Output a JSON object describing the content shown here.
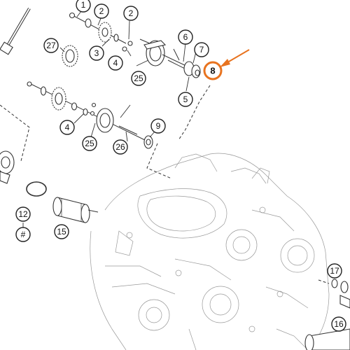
{
  "diagram": {
    "callouts": {
      "c1": "1",
      "c2a": "2",
      "c2b": "2",
      "c3": "3",
      "c4a": "4",
      "c4b": "4",
      "c5": "5",
      "c6": "6",
      "c7": "7",
      "c8": "8",
      "c9": "9",
      "c12": "12",
      "chash": "#",
      "c15": "15",
      "c16": "16",
      "c17": "17",
      "c25a": "25",
      "c25b": "25",
      "c26": "26",
      "c27": "27"
    },
    "highlight_callout": "8",
    "colors": {
      "highlight": "#e8731f",
      "line": "#333333",
      "background": "#ffffff"
    }
  }
}
